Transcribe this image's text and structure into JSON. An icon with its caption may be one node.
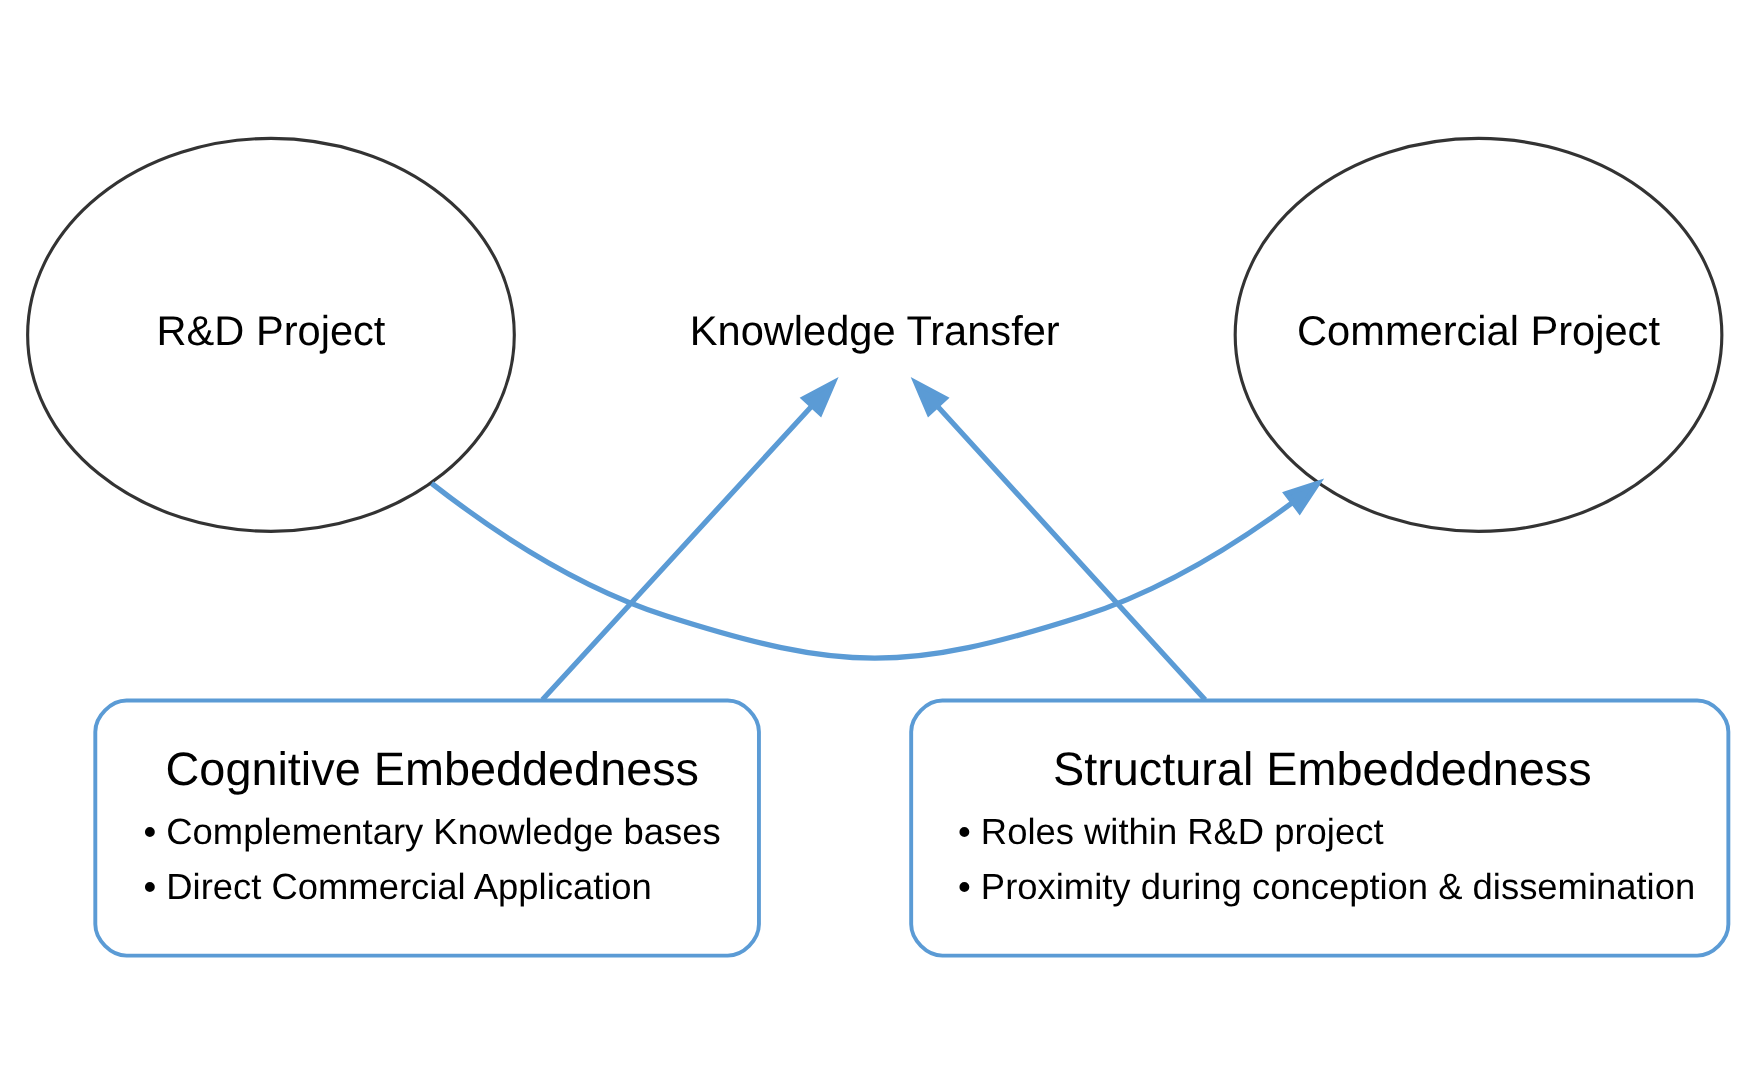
{
  "diagram": {
    "nodes": [
      {
        "text": [
          "R&D Project"
        ]
      },
      {
        "text": [
          "Commercial Project"
        ]
      },
      {
        "text": [
          "Knowledge Transfer"
        ]
      },
      {
        "text": [
          "Cognitive Embeddedness",
          "• Complementary Knowledge bases",
          "• Direct Commercial Application"
        ]
      },
      {
        "text": [
          "Structural Embeddedness",
          "• Roles within R&D project",
          "• Proximity during conception & dissemination"
        ]
      }
    ],
    "edges": [
      {
        "from": 0,
        "to": 1,
        "arrow": "to"
      },
      {
        "from": 3,
        "to": 2,
        "arrow": "to"
      },
      {
        "from": 4,
        "to": 2,
        "arrow": "to"
      }
    ]
  }
}
